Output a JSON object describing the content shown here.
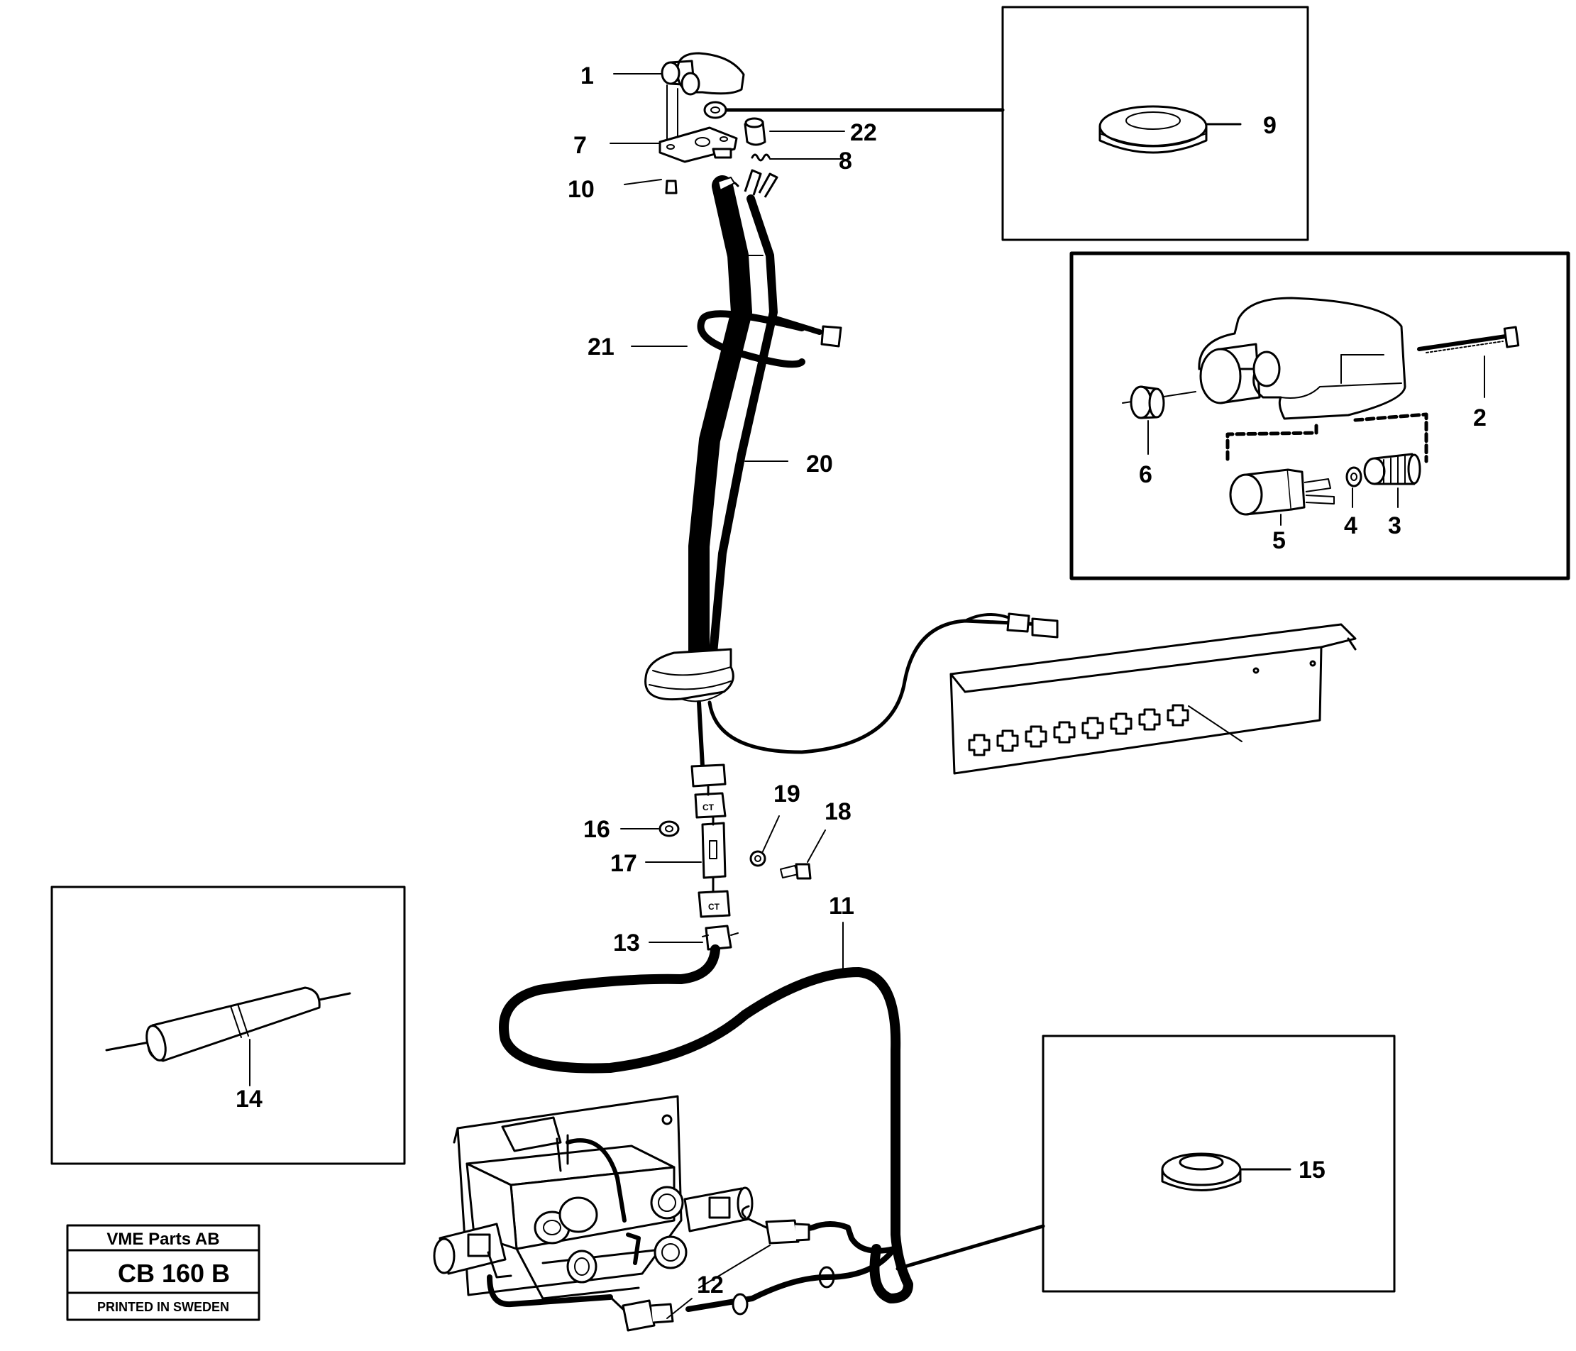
{
  "labels": {
    "l1": "1",
    "l2": "2",
    "l3": "3",
    "l4": "4",
    "l5": "5",
    "l6": "6",
    "l7": "7",
    "l8": "8",
    "l9": "9",
    "l10": "10",
    "l11": "11",
    "l12a": "12",
    "l13": "13",
    "l14": "14",
    "l15": "15",
    "l16": "16",
    "l17": "17",
    "l18": "18",
    "l19": "19",
    "l20": "20",
    "l21": "21",
    "l22": "22"
  },
  "title_block": {
    "company": "VME Parts AB",
    "code": "CB 160 B",
    "printed": "PRINTED IN SWEDEN"
  },
  "connector_mark": "CT"
}
